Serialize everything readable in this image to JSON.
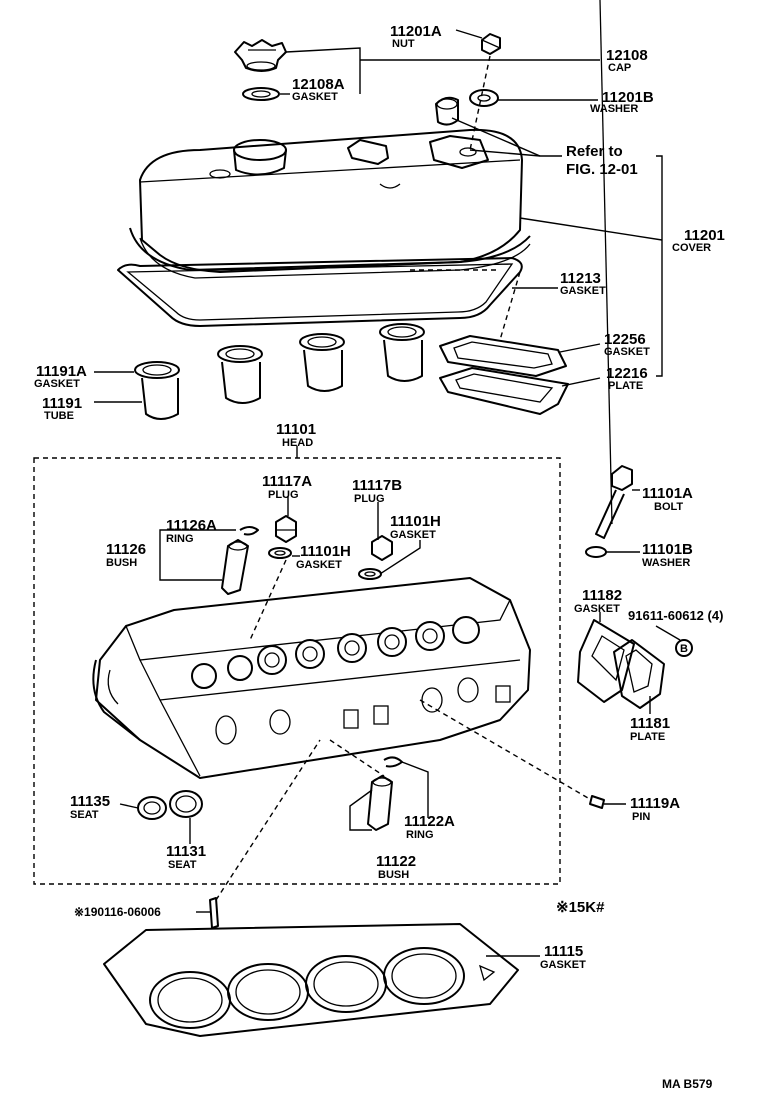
{
  "labels": {
    "nut": {
      "part": "11201A",
      "name": "NUT"
    },
    "cap": {
      "part": "12108",
      "name": "CAP"
    },
    "cap_gasket": {
      "part": "12108A",
      "name": "GASKET"
    },
    "washer_top": {
      "part": "11201B",
      "name": "WASHER"
    },
    "refer": {
      "line1": "Refer to",
      "line2": "FIG. 12-01"
    },
    "cover": {
      "part": "11201",
      "name": "COVER"
    },
    "cover_gasket": {
      "part": "11213",
      "name": "GASKET"
    },
    "plate_gasket": {
      "part": "12256",
      "name": "GASKET"
    },
    "plate_top": {
      "part": "12216",
      "name": "PLATE"
    },
    "tube_gasket": {
      "part": "11191A",
      "name": "GASKET"
    },
    "tube": {
      "part": "11191",
      "name": "TUBE"
    },
    "head": {
      "part": "11101",
      "name": "HEAD"
    },
    "plug_a": {
      "part": "11117A",
      "name": "PLUG"
    },
    "plug_b": {
      "part": "11117B",
      "name": "PLUG"
    },
    "ring_a": {
      "part": "11126A",
      "name": "RING"
    },
    "bush_a": {
      "part": "11126",
      "name": "BUSH"
    },
    "gasket_h_left": {
      "part": "11101H",
      "name": "GASKET"
    },
    "gasket_h_right": {
      "part": "11101H",
      "name": "GASKET"
    },
    "bolt": {
      "part": "11101A",
      "name": "BOLT"
    },
    "washer_bolt": {
      "part": "11101B",
      "name": "WASHER"
    },
    "plate_gasket_side": {
      "part": "11182",
      "name": "GASKET"
    },
    "side_bolt": {
      "part": "91611-60612 (4)"
    },
    "side_bolt_mark": "B",
    "side_plate": {
      "part": "11181",
      "name": "PLATE"
    },
    "seat_a": {
      "part": "11135",
      "name": "SEAT"
    },
    "seat_b": {
      "part": "11131",
      "name": "SEAT"
    },
    "ring_b": {
      "part": "11122A",
      "name": "RING"
    },
    "bush_b": {
      "part": "11122",
      "name": "BUSH"
    },
    "pin": {
      "part": "11119A",
      "name": "PIN"
    },
    "stud": {
      "part": "※190116-06006"
    },
    "head_gasket": {
      "part": "11115",
      "name": "GASKET"
    },
    "spec": "※15K#",
    "code": "MA  B579"
  }
}
